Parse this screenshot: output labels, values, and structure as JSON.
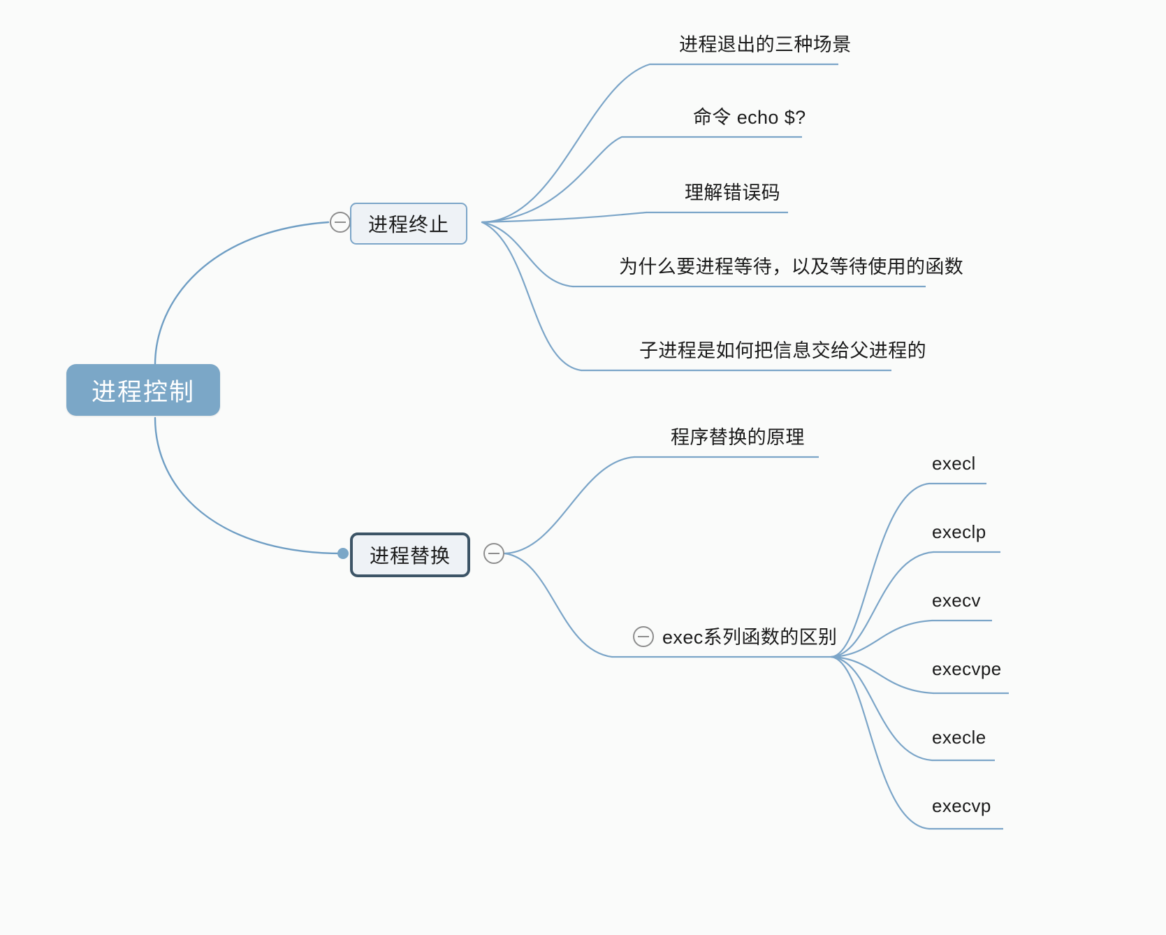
{
  "title": "进程控制",
  "theme": {
    "background": "#fafbfa",
    "root_fill": "#7ba7c7",
    "root_text": "#ffffff",
    "branch_fill": "#eef2f6",
    "branch_border": "#7ba5c8",
    "selected_border": "#3c5466",
    "edge_color": "#7ba5c8",
    "text_color": "#1a1a1a"
  },
  "root": {
    "label": "进程控制"
  },
  "branches": [
    {
      "id": "process-termination",
      "label": "进程终止",
      "selected": false,
      "toggle": "collapse-toggle",
      "children": [
        {
          "label": "进程退出的三种场景"
        },
        {
          "label": "命令 echo $?"
        },
        {
          "label": "理解错误码"
        },
        {
          "label": "为什么要进程等待，以及等待使用的函数"
        },
        {
          "label": "子进程是如何把信息交给父进程的"
        }
      ]
    },
    {
      "id": "process-replacement",
      "label": "进程替换",
      "selected": true,
      "toggle": "collapse-toggle",
      "children": [
        {
          "label": "程序替换的原理",
          "children": []
        },
        {
          "label": "exec系列函数的区别",
          "toggle": "collapse-toggle",
          "children": [
            {
              "label": "execl"
            },
            {
              "label": "execlp"
            },
            {
              "label": "execv"
            },
            {
              "label": "execvpe"
            },
            {
              "label": "execle"
            },
            {
              "label": "execvp"
            }
          ]
        }
      ]
    }
  ]
}
